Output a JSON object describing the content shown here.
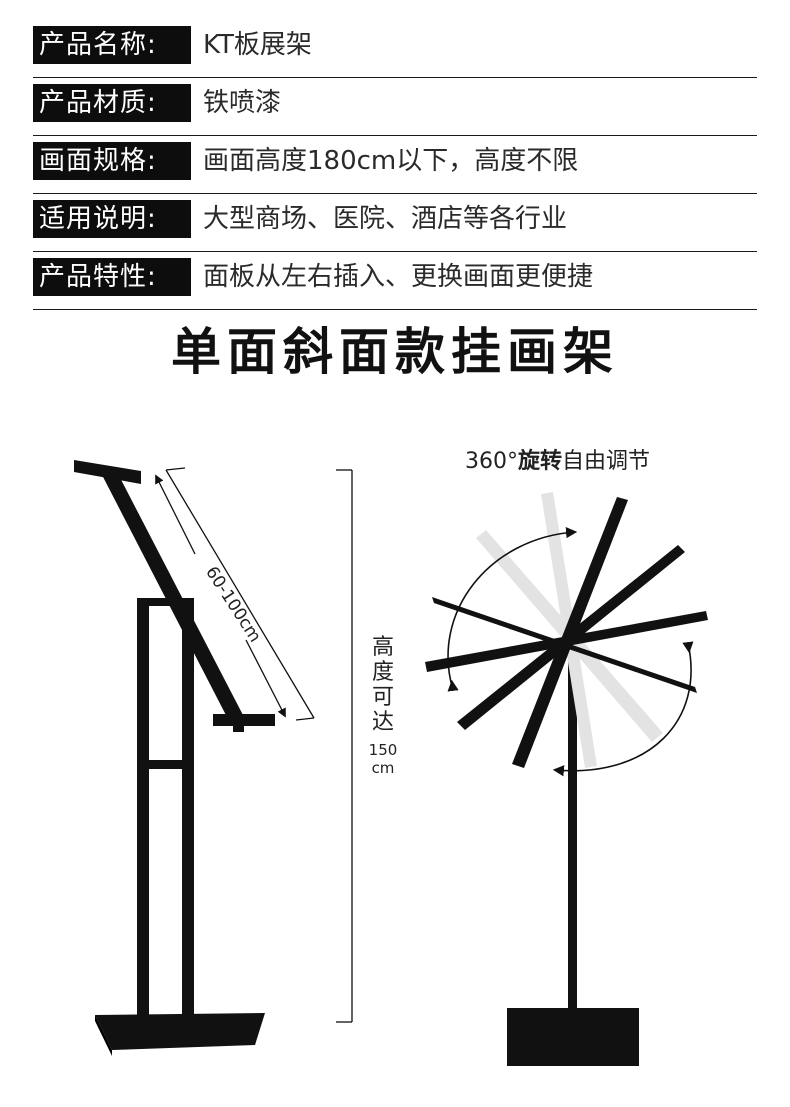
{
  "specs": [
    {
      "label": "产品名称:",
      "value": "KT板展架"
    },
    {
      "label": "产品材质:",
      "value": "铁喷漆"
    },
    {
      "label": "画面规格:",
      "value": "画面高度180cm以下，高度不限"
    },
    {
      "label": "适用说明:",
      "value": "大型商场、医院、酒店等各行业"
    },
    {
      "label": "产品特性:",
      "value": "面板从左右插入、更换画面更便捷"
    }
  ],
  "title": "单面斜面款挂画架",
  "rotation": {
    "number": "360°",
    "bold_text": "旋转",
    "rest_text": "自由调节"
  },
  "panel_size": "60-100cm",
  "height": {
    "chars": [
      "高",
      "度",
      "可",
      "达"
    ],
    "value": "150",
    "unit": "cm"
  }
}
